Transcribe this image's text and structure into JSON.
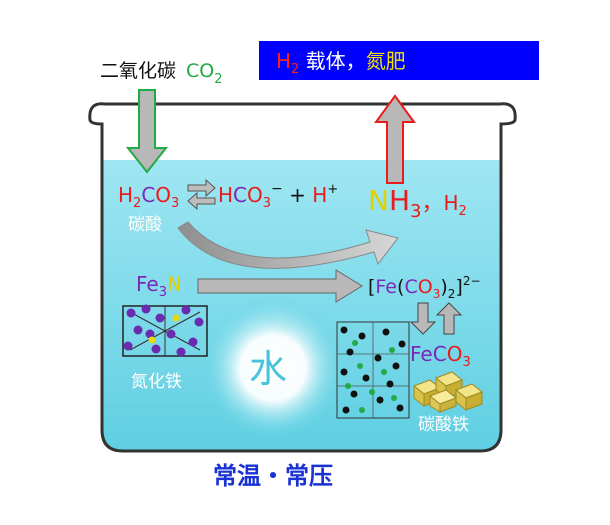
{
  "input_label": {
    "text": "二氧化碳",
    "formula_main": "CO",
    "formula_sub": "2"
  },
  "banner": {
    "h": "H",
    "h_sub": "2",
    "text1": " 载体，",
    "text2": "氮肥",
    "color": "#0000ff"
  },
  "reaction_line": {
    "h2co3_h": "H",
    "h2co3_sub1": "2",
    "h2co3_c": "C",
    "h2co3_o": "O",
    "h2co3_sub2": "3",
    "hco3_h": "H",
    "hco3_c": "C",
    "hco3_o": "O",
    "hco3_sub": "3",
    "hco3_sup": "−",
    "plus": " + ",
    "hplus": "H",
    "hplus_sup": "+",
    "carbonic_acid_label": "碳酸"
  },
  "products": {
    "n": "N",
    "h": "H",
    "sub3": "3",
    "comma": "，",
    "h2": "H",
    "h2_sub": "2"
  },
  "fe3n": {
    "fe": "Fe",
    "sub": "3",
    "n": "N",
    "label": "氮化铁"
  },
  "complex": {
    "open": "[",
    "fe": "Fe",
    "paren_open": "(",
    "c": "C",
    "o": "O",
    "sub3": "3",
    "paren_close": ")",
    "sub2": "2",
    "close": "]",
    "charge": "2−"
  },
  "feco3": {
    "fe": "Fe",
    "c": "C",
    "o": "O",
    "sub": "3",
    "label": "碳酸铁"
  },
  "water_label": "水",
  "conditions": "常温・常压",
  "colors": {
    "water": "#5fd4e6",
    "water_light": "#bff3fa",
    "green": "#22aa44",
    "red": "#e81c1c",
    "purple": "#7b28b8",
    "yellow": "#e2d000",
    "blue_text": "#1a32d4",
    "arrow_gray": "#b4b4b4",
    "beaker_outline": "#333333"
  }
}
